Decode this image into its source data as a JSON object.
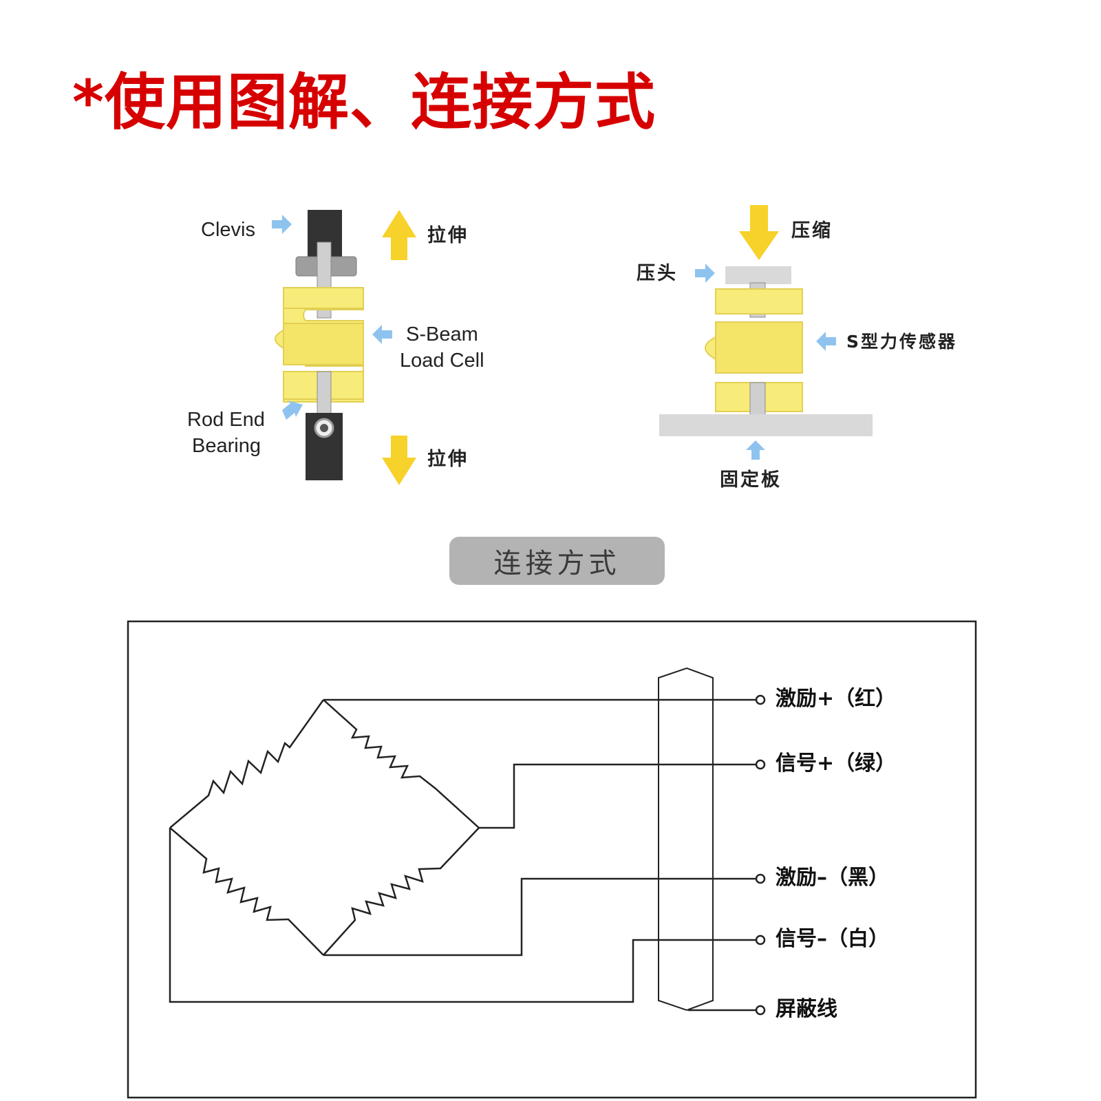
{
  "title": "*使用图解、连接方式",
  "colors": {
    "title": "#d60000",
    "beam_fill": "#f7ec7a",
    "beam_stroke": "#e2cf52",
    "force_arrow": "#f6d22a",
    "pointer_arrow": "#8fc3ef",
    "dark_part": "#333333",
    "steel": "#b8b8b8",
    "plate": "#d9d9d9",
    "pill_bg": "#b3b3b3",
    "pill_text": "#3a3a3a",
    "wire": "#222222"
  },
  "tension_diagram": {
    "clevis_label": "Clevis",
    "tension_top_label": "拉伸",
    "load_cell_label_line1": "S-Beam",
    "load_cell_label_line2": "Load Cell",
    "rod_end_label_line1": "Rod End",
    "rod_end_label_line2": "Bearing",
    "tension_bottom_label": "拉伸"
  },
  "compression_diagram": {
    "compress_label": "压缩",
    "press_head_label": "压头",
    "sensor_label": "S型力传感器",
    "fixed_plate_label": "固定板"
  },
  "section_pill": "连接方式",
  "wiring": {
    "terminals": [
      "激励+（红）",
      "信号+（绿）",
      "激励–（黑）",
      "信号–（白）",
      "屏蔽线"
    ]
  }
}
